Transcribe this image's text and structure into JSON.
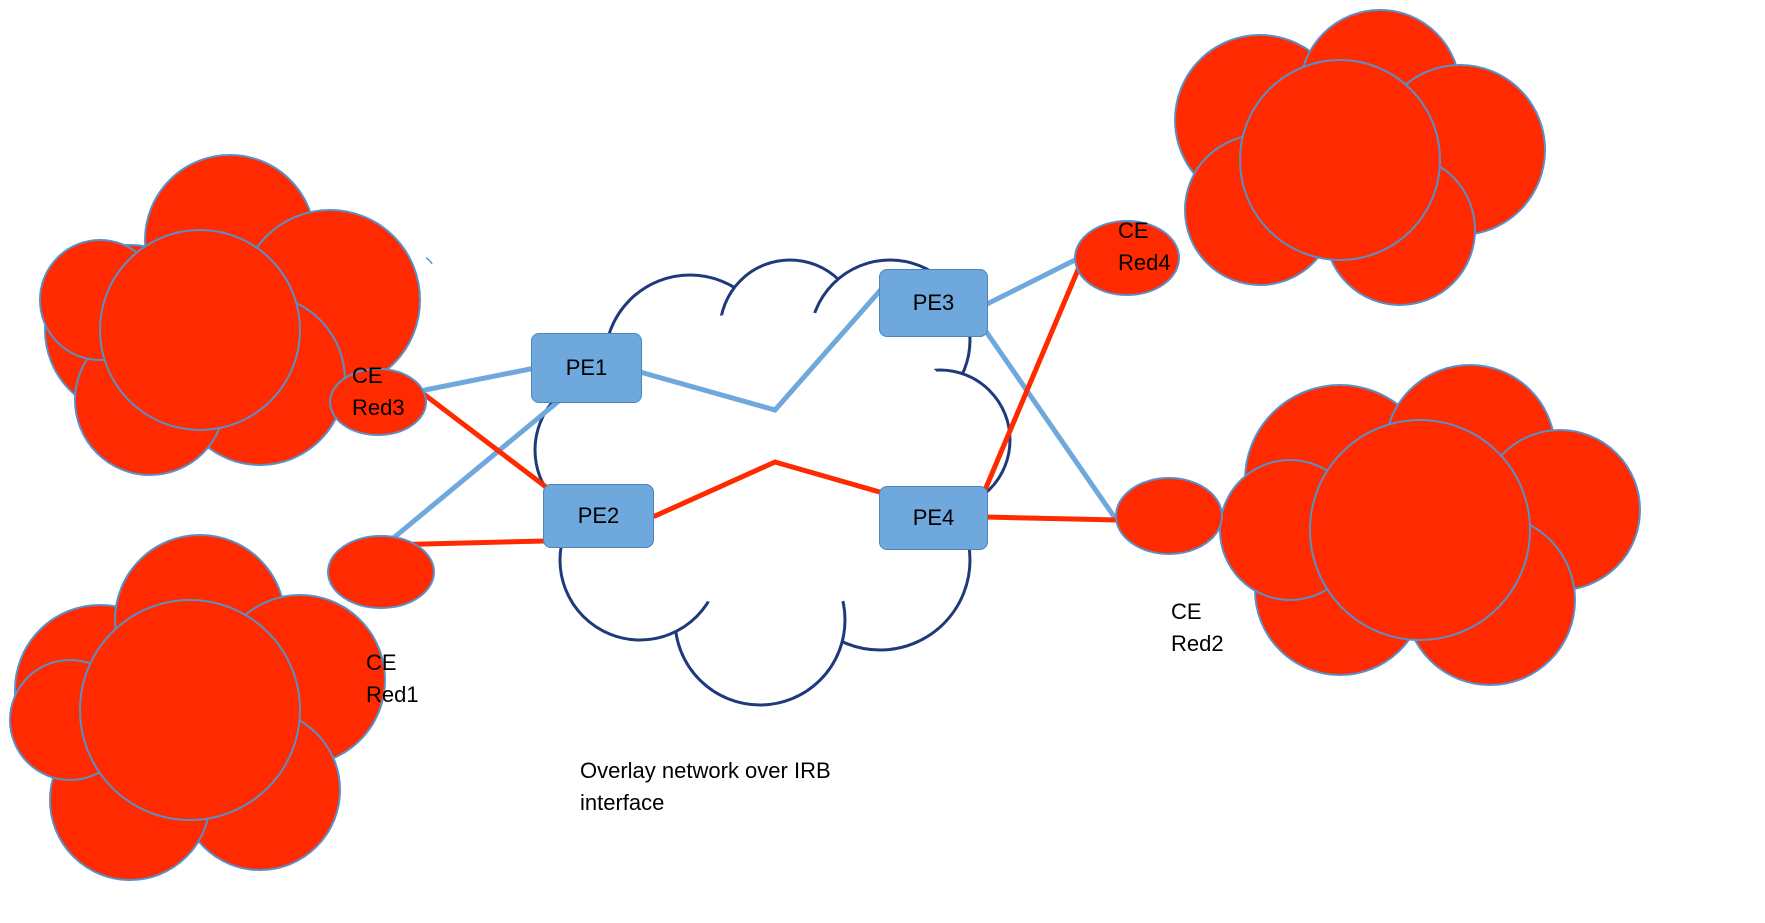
{
  "diagram": {
    "caption": [
      "Overlay network over IRB",
      "interface"
    ],
    "pe_nodes": {
      "pe1": "PE1",
      "pe2": "PE2",
      "pe3": "PE3",
      "pe4": "PE4"
    },
    "ce_nodes": {
      "red3": [
        "CE",
        "Red3"
      ],
      "red4": [
        "CE",
        "Red4"
      ],
      "red1": [
        "CE",
        "Red1"
      ],
      "red2": [
        "CE",
        "Red2"
      ]
    },
    "colors": {
      "customer_cloud": "#ff2a00",
      "cloud_outline": "#5b8fc7",
      "overlay_cloud_outline": "#1f3a7a",
      "pe_fill": "#6fa8dc",
      "link_blue": "#6fa8dc",
      "link_red": "#ff2a00"
    }
  }
}
